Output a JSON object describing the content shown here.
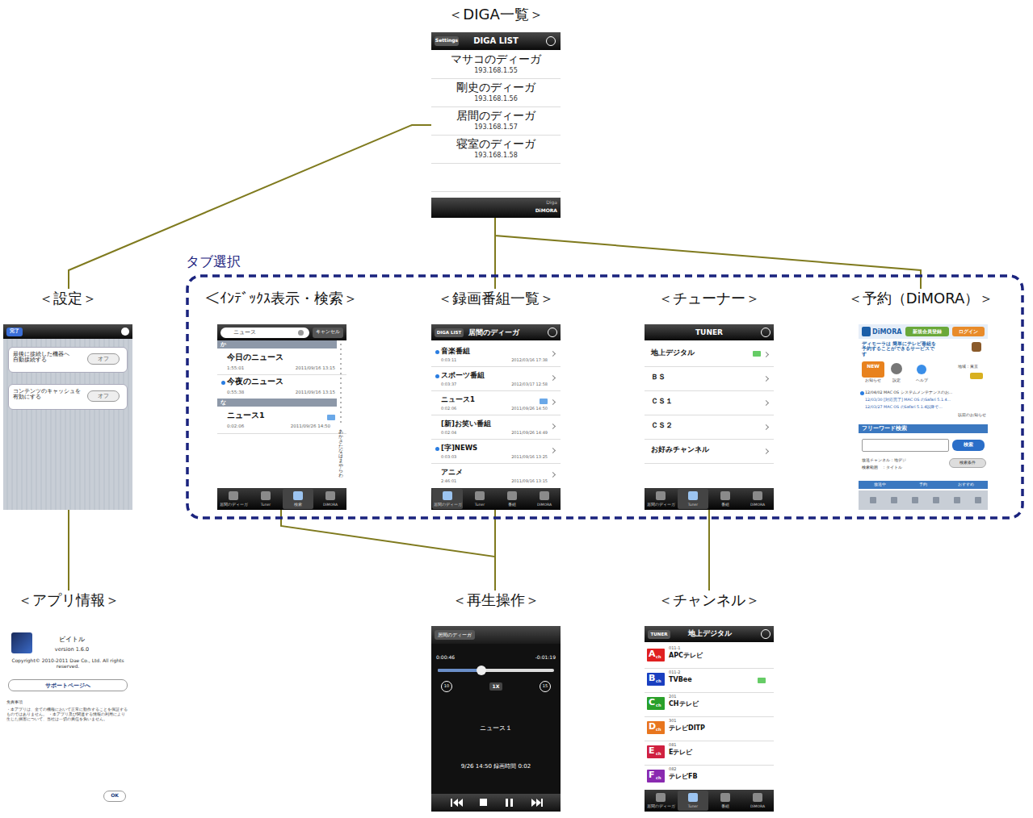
{
  "diagram": {
    "nodes": [
      {
        "text": [
          "＜DIGA一覧＞",
          "Settings",
          "DIGA LIST",
          "マサコのディーガ",
          "193.168.1.55",
          "剛史のディーガ",
          "193.168.1.56",
          "居間のディーガ",
          "193.168.1.57",
          "寝室のディーガ",
          "193.168.1.58",
          "Diga",
          "DiMORA"
        ]
      },
      {
        "text": [
          "＜設定＞",
          "完了",
          "最後に接続した機器へ 自動接続する",
          "オフ",
          "コンテンツのキャッシュを 有効にする",
          "オフ"
        ]
      },
      {
        "text": [
          "タブ選択"
        ]
      },
      {
        "text": [
          "＜ｲﾝﾃﾞｯｸｽ表示・検索＞",
          "ニュース",
          "キャンセル",
          "か",
          "今日のニュース",
          "1:55:01",
          "2011/09/16 13:15",
          "今夜のニュース",
          "0:55:38",
          "2011/09/16 13:15",
          "な",
          "ニュース1",
          "0:02:06",
          "2011/09/26 14:50",
          "あかさたなはまやらわ",
          "居間のディーガ",
          "Tuner",
          "検索",
          "DiMORA"
        ],
        "in": 2
      },
      {
        "text": [
          "＜録画番組一覧＞",
          "DIGA LIST",
          "居間のディーガ",
          "音楽番組",
          "0:03:11",
          "2012/03/16 17:38",
          "スポーツ番組",
          "0:03:37",
          "2012/03/17 12:58",
          "ニュース1",
          "0:02:06",
          "2011/09/26 14:50",
          "[新]お笑い番組",
          "0:02:04",
          "2011/09/26 14:49",
          "[字]NEWS",
          "0:03:03",
          "2011/09/16 13:25",
          "アニメ",
          "2:46:01",
          "2011/09/16 13:15",
          "居間のディーガ",
          "Tuner",
          "番組",
          "DiMORA"
        ],
        "in": 2
      },
      {
        "text": [
          "＜チューナー＞",
          "TUNER",
          "地上デジタル",
          "ＢＳ",
          "ＣＳ１",
          "ＣＳ２",
          "お好みチャンネル",
          "居間のディーガ",
          "Tuner",
          "番組",
          "DiMORA"
        ],
        "in": 2
      },
      {
        "text": [
          "＜予約（DiMORA）＞",
          "DiMORA",
          "新規会員登録",
          "ログイン",
          "ディモーラは 簡単にテレビ番組を 予約することができるサービスです",
          "お知らせ",
          "設定",
          "ヘルプ",
          "地域：東京",
          "12/04/02 MAC OS システムメンテナンスのお...",
          "12/03/30 [対応完了] MAC OS のSafari 5.1.4...",
          "12/03/27 MAC OS のSafari 5.1.4以降で...",
          "以前のお知らせ",
          "フリーワード検索",
          "検索",
          "放送チャンネル：地デジ",
          "検索範囲　：タイトル",
          "検索条件",
          "放送中",
          "予約",
          "おすすめ",
          "NEW"
        ],
        "in": 2
      },
      {
        "text": [
          "＜アプリ情報＞",
          "ビイトル",
          "version 1.6.0",
          "Copyright© 2010-2011 Dae Co., Ltd. All rights reserved.",
          "サポートページへ",
          "免責事項",
          "・本アプリは、全ての機種において正常に動作することを保証するものではありません。 ・本アプリ及び関連する情報の利用により生じた損害について、当社は一切の責任を負いません。",
          "OK"
        ]
      },
      {
        "text": [
          "＜再生操作＞",
          "居間のディーガ",
          "0:00:46",
          "-0:01:19",
          "10",
          "1X",
          "15",
          "ニュース１",
          "9/26 14:50 録画時間 0:02"
        ]
      },
      {
        "text": [
          "＜チャンネル＞",
          "TUNER",
          "地上デジタル",
          "A",
          "ch",
          "011-1",
          "APCテレビ",
          "B",
          "ch",
          "011-2",
          "TVBee",
          "C",
          "ch",
          "201",
          "CHテレビ",
          "D",
          "ch",
          "301",
          "テレビDITP",
          "E",
          "ch",
          "081",
          "Eテレビ",
          "F",
          "ch",
          "082",
          "テレビFB",
          "居間のディーガ",
          "Tuner",
          "番組",
          "DiMORA"
        ]
      }
    ],
    "edges": [
      {
        "from": 0,
        "to": 1,
        "arrow": "none"
      },
      {
        "from": 0,
        "to": 4,
        "arrow": "none"
      },
      {
        "from": 0,
        "to": 6,
        "arrow": "none"
      },
      {
        "from": 1,
        "to": 7,
        "arrow": "none"
      },
      {
        "from": 3,
        "to": 8,
        "arrow": "none"
      },
      {
        "from": 4,
        "to": 8,
        "arrow": "none"
      },
      {
        "from": 5,
        "to": 9,
        "arrow": "none"
      }
    ]
  }
}
